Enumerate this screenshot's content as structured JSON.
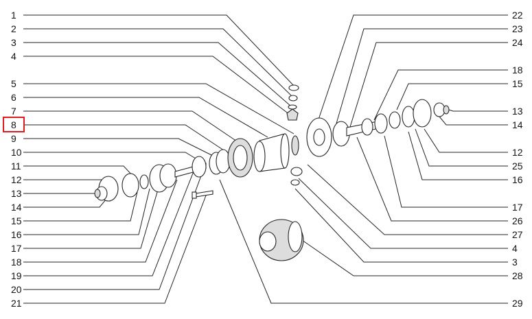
{
  "diagram": {
    "left_labels": [
      "1",
      "2",
      "3",
      "4",
      "5",
      "6",
      "7",
      "8",
      "9",
      "10",
      "11",
      "12",
      "13",
      "14",
      "15",
      "16",
      "17",
      "18",
      "19",
      "20",
      "21"
    ],
    "right_labels": [
      "22",
      "23",
      "24",
      "18",
      "15",
      "13",
      "14",
      "12",
      "25",
      "16",
      "17",
      "26",
      "27",
      "4",
      "3",
      "28",
      "29"
    ],
    "highlighted_label": "8",
    "highlight_color": "#e0191c"
  }
}
